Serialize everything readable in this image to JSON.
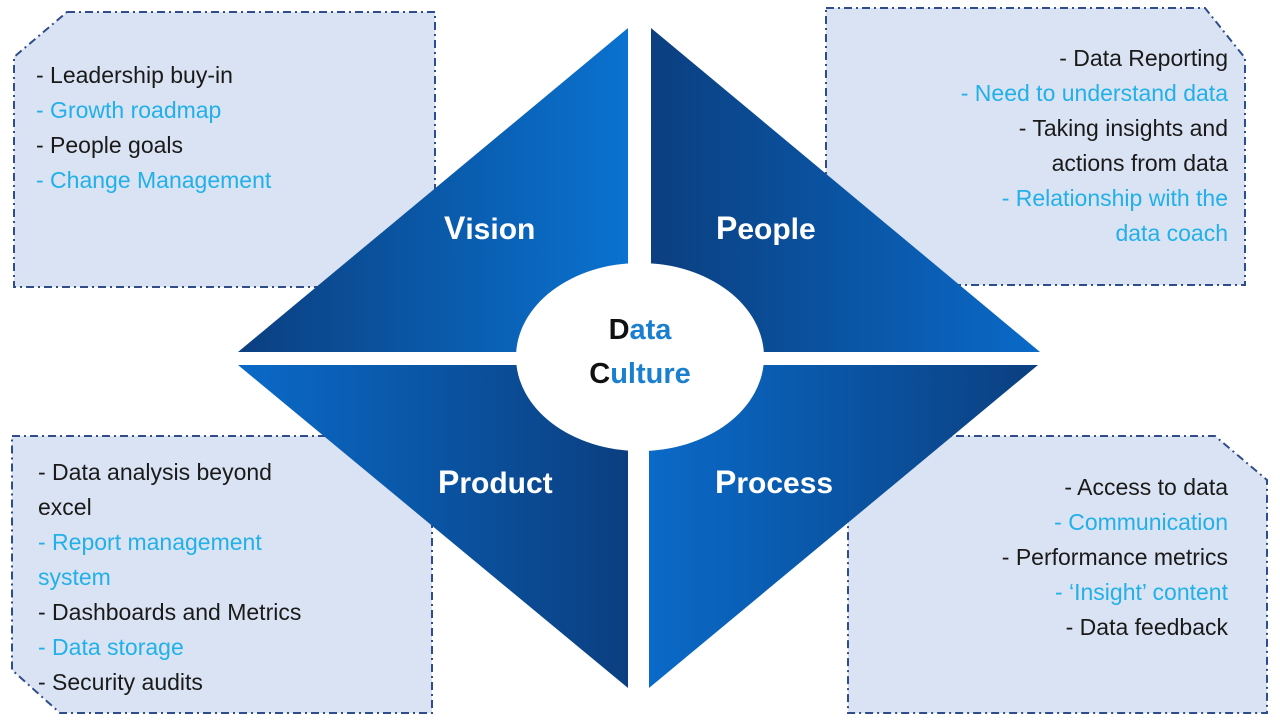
{
  "diagram": {
    "center": {
      "line1_initial": "D",
      "line1_rest": "ata",
      "line2_initial": "C",
      "line2_rest": "ulture"
    },
    "quadrants": [
      {
        "id": "vision",
        "initial": "V",
        "rest": "ision"
      },
      {
        "id": "people",
        "initial": "P",
        "rest": "eople"
      },
      {
        "id": "product",
        "initial": "P",
        "rest": "roduct"
      },
      {
        "id": "process",
        "initial": "P",
        "rest": "rocess"
      }
    ],
    "boxes": {
      "vision": [
        "- Leadership buy-in",
        "- Growth roadmap",
        "- People goals",
        "- Change Management"
      ],
      "people": [
        "- Data Reporting",
        "- Need to understand data",
        "- Taking insights and",
        "actions from data",
        "- Relationship with the",
        "data coach"
      ],
      "product": [
        "- Data analysis beyond",
        "excel",
        "- Report management",
        "system",
        "- Dashboards and Metrics",
        "- Data storage",
        "- Security audits"
      ],
      "process": [
        "- Access to data",
        "- Communication",
        "- Performance metrics",
        "- ‘Insight’ content",
        "- Data feedback"
      ]
    },
    "colors": {
      "box_fill": "#dae3f3",
      "box_border": "#2f4d8a",
      "highlight_text": "#22b0e8",
      "dark_blue": "#0b3f80",
      "mid_blue": "#0a6ac8"
    }
  }
}
